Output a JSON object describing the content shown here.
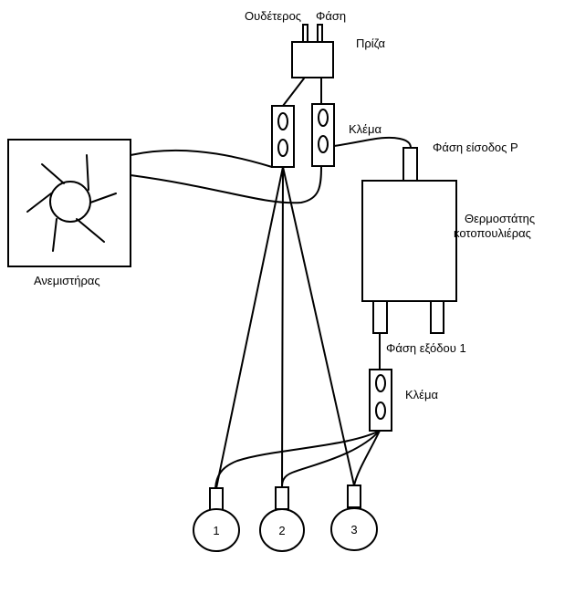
{
  "labels": {
    "neutral": "Ουδέτερος",
    "phase": "Φάση",
    "socket": "Πρίζα",
    "terminal_top": "Κλέμα",
    "phase_input": "Φάση είσοδος P",
    "thermostat_line1": "Θερμοστάτης",
    "thermostat_line2": "κοτοπουλιέρας",
    "fan": "Ανεμιστήρας",
    "phase_output": "Φάση εξόδου 1",
    "terminal_bottom": "Κλέμα"
  },
  "lamps": [
    "1",
    "2",
    "3"
  ]
}
